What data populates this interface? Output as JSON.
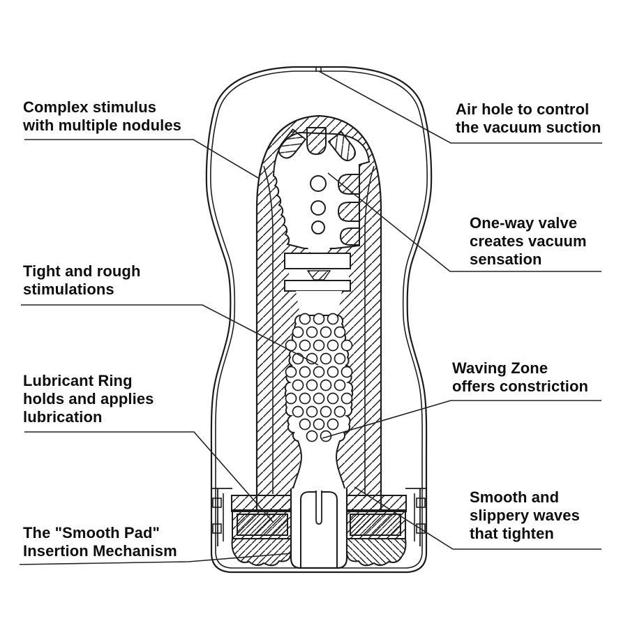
{
  "figure": {
    "type": "cross-section-diagram",
    "background": "#ffffff",
    "line_color": "#1c1c1c",
    "text_color": "#0e0e0e"
  },
  "labels": [
    {
      "id": "complex-stimulus",
      "side": "left",
      "lines": [
        "Complex stimulus",
        "with multiple nodules"
      ]
    },
    {
      "id": "air-hole",
      "side": "right",
      "lines": [
        "Air hole to control",
        "the vacuum suction"
      ]
    },
    {
      "id": "one-way-valve",
      "side": "right",
      "lines": [
        "One-way valve",
        "creates vacuum",
        "sensation"
      ]
    },
    {
      "id": "tight-rough",
      "side": "left",
      "lines": [
        "Tight and rough",
        "stimulations"
      ]
    },
    {
      "id": "lubricant-ring",
      "side": "left",
      "lines": [
        "Lubricant Ring",
        "holds and applies",
        "lubrication"
      ]
    },
    {
      "id": "waving-zone",
      "side": "right",
      "lines": [
        "Waving Zone",
        "offers constriction"
      ]
    },
    {
      "id": "smooth-pad",
      "side": "left",
      "lines": [
        "The \"Smooth Pad\"",
        "Insertion Mechanism"
      ]
    },
    {
      "id": "smooth-waves",
      "side": "right",
      "lines": [
        "Smooth and",
        "slippery waves",
        "that tighten"
      ]
    }
  ]
}
